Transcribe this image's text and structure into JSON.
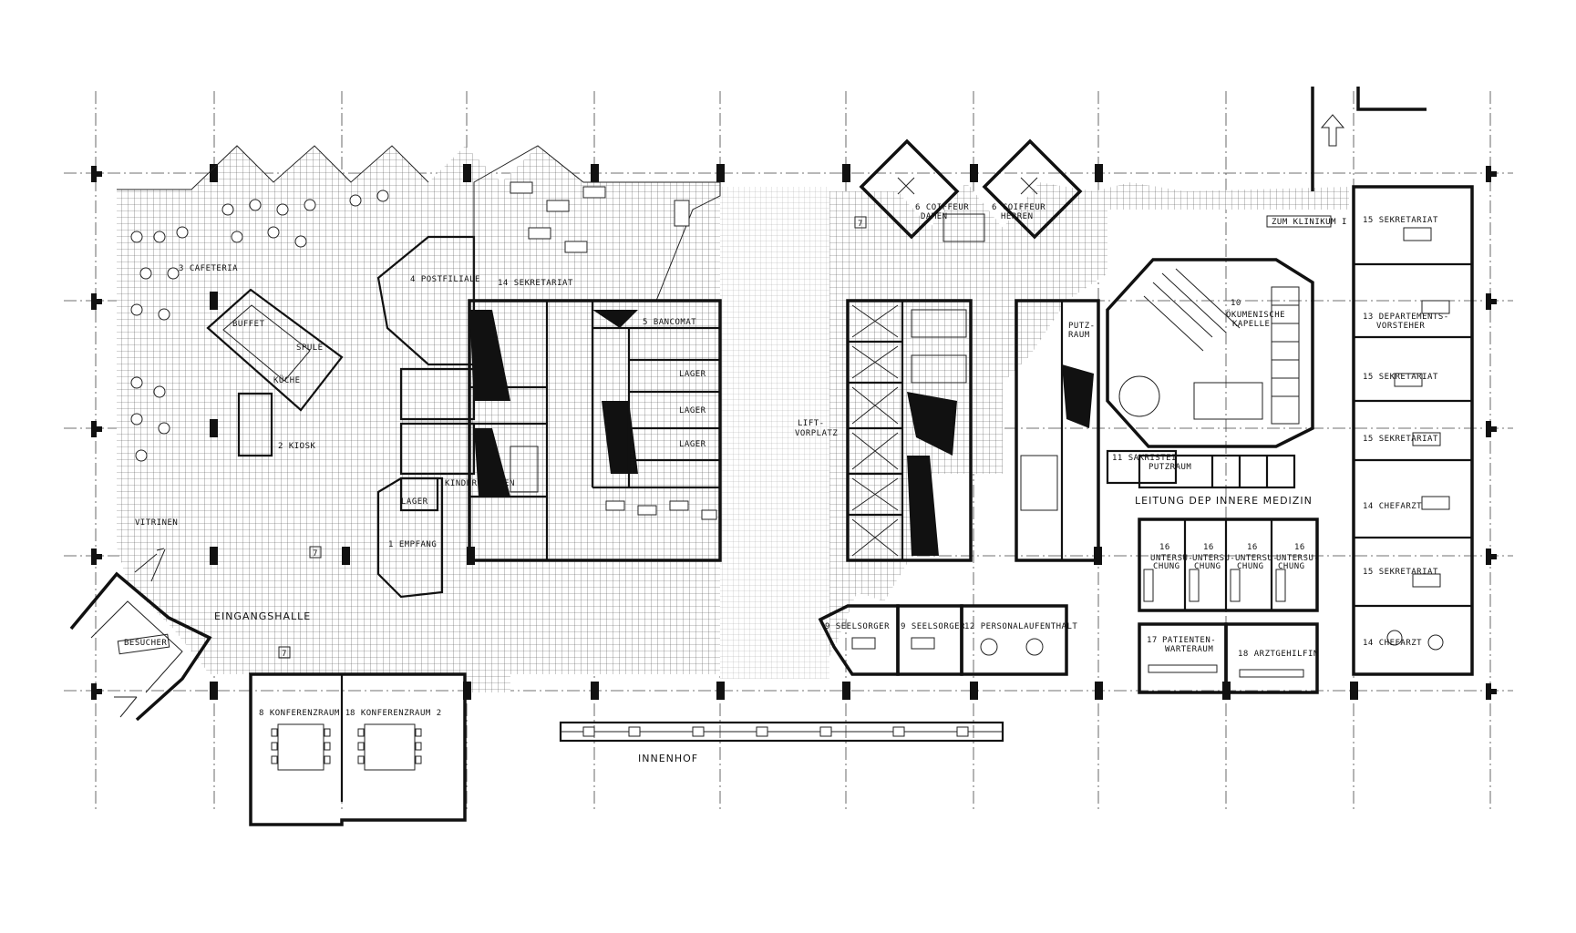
{
  "labels": {
    "cafeteria": "3 CAFETERIA",
    "kiosk": "2 KIOSK",
    "buffet": "BUFFET",
    "spule": "SPULE",
    "kuche": "KÜCHE",
    "vitrinen": "VITRINEN",
    "postfiliale": "4 POSTFILIALE",
    "sekretariat14": "14 SEKRETARIAT",
    "lager_left": "LAGER",
    "kinderwagen": "KINDER-\nWAGEN",
    "empfang": "1 EMPFANG",
    "eingangshalle": "EINGANGSHALLE",
    "besucher": "BESUCHER",
    "bancomat": "5 BANCOMAT",
    "lager1": "LAGER",
    "lager2": "LAGER",
    "lager3": "LAGER",
    "liftvorplatz_1": "LIFT-",
    "liftvorplatz_2": "VORPLATZ",
    "coiffeur_damen_1": "6 COIFFEUR",
    "coiffeur_damen_2": "DAMEN",
    "coiffeur_herren_1": "6 COIFFEUR",
    "coiffeur_herren_2": "HERREN",
    "zum_klinikum": "ZUM KLINIKUM I",
    "putzraum_top_1": "PUTZ-",
    "putzraum_top_2": "RAUM",
    "kapelle_num": "10",
    "kapelle_1": "ÖKUMENISCHE",
    "kapelle_2": "KAPELLE",
    "sakristei": "11 SAKRISTEI",
    "putzraum": "PUTZRAUM",
    "leitung": "LEITUNG DEP INNERE MEDIZIN",
    "untersuchung_num": "16",
    "untersuchung_1": "UNTERSU-",
    "untersuchung_2": "CHUNG",
    "patienten_num": "17",
    "patienten_1": "PATIENTEN-",
    "patienten_2": "WARTERAUM",
    "arztgehilfin": "18 ARZTGEHILFIN",
    "seelsorger1": "9 SEELSORGER",
    "seelsorger2": "9 SEELSORGER",
    "personal": "12 PERSONALAUFENTHALT",
    "innenhof": "INNENHOF",
    "konferenz1": "8 KONFERENZRAUM 1",
    "konferenz2": "8 KONFERENZRAUM 2",
    "sek15_a": "15 SEKRETARIAT",
    "departement_1": "13 DEPARTEMENTS-",
    "departement_2": "VORSTEHER",
    "sek15_b": "15 SEKRETARIAT",
    "sek15_c": "15 SEKRETARIAT",
    "chefarzt_a": "14 CHEFARZT",
    "sek15_d": "15 SEKRETARIAT",
    "chefarzt_b": "14 CHEFARZT",
    "num7": "7"
  },
  "colors": {
    "ink": "#111111",
    "paper": "#ffffff"
  }
}
